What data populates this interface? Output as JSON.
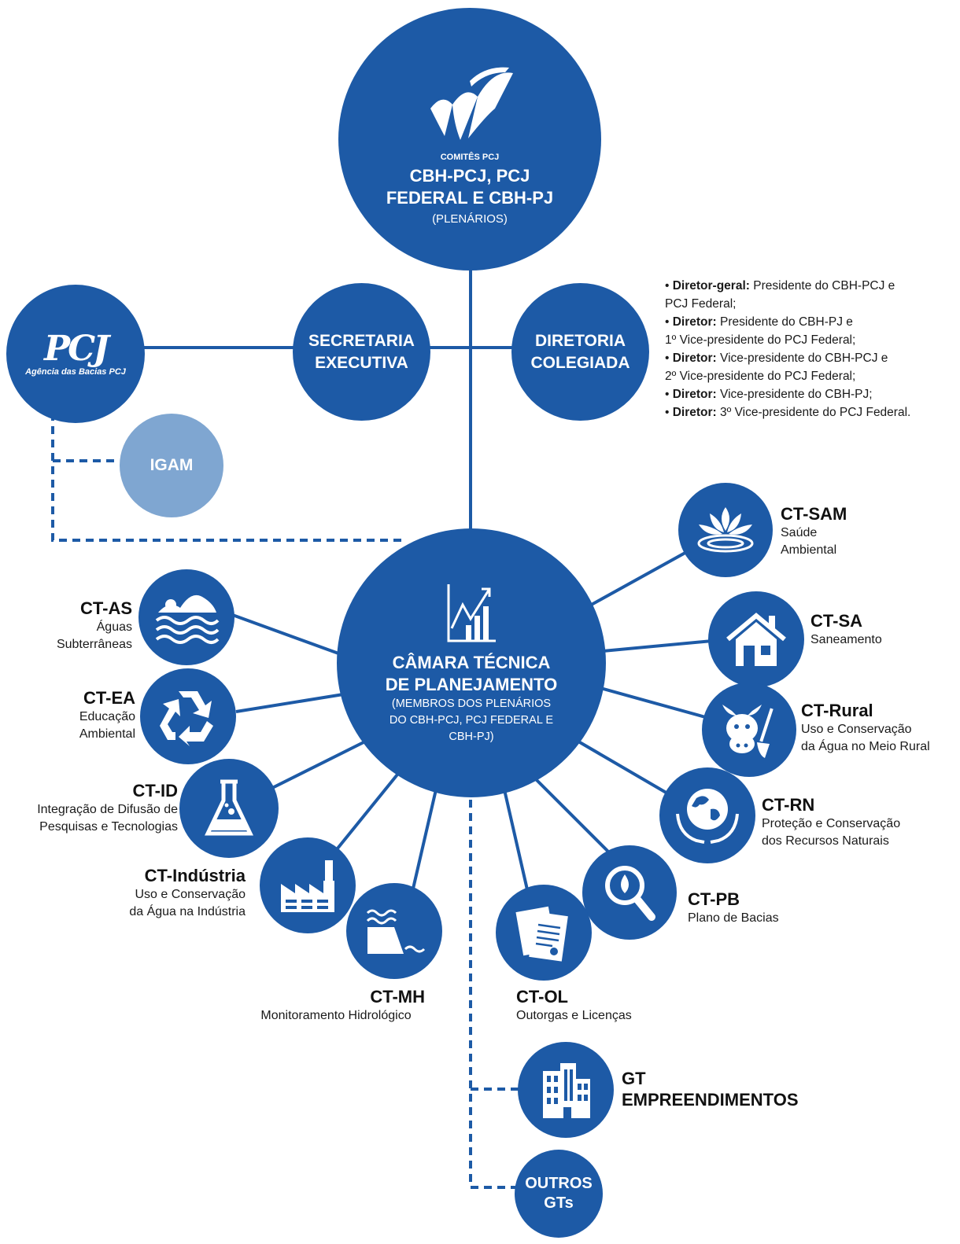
{
  "top": {
    "subtitle": "COMITÊS PCJ",
    "title_line1": "CBH-PCJ, PCJ",
    "title_line2": "FEDERAL E CBH-PJ",
    "note": "(PLENÁRIOS)"
  },
  "secretaria": {
    "line1": "SECRETARIA",
    "line2": "EXECUTIVA"
  },
  "diretoria": {
    "line1": "DIRETORIA",
    "line2": "COLEGIADA"
  },
  "agencia": {
    "logo": "PCJ",
    "caption": "Agência das Bacias PCJ"
  },
  "igam": {
    "label": "IGAM"
  },
  "diretoria_members": [
    {
      "role": "Diretor-geral:",
      "line1": " Presidente do CBH-PCJ e",
      "line2": "PCJ Federal;"
    },
    {
      "role": "Diretor:",
      "line1": " Presidente do CBH-PJ e",
      "line2": "1º Vice-presidente do PCJ Federal;"
    },
    {
      "role": "Diretor:",
      "line1": " Vice-presidente do CBH-PCJ e",
      "line2": "2º Vice-presidente do PCJ Federal;"
    },
    {
      "role": "Diretor:",
      "line1": " Vice-presidente do CBH-PJ;",
      "line2": ""
    },
    {
      "role": "Diretor:",
      "line1": " 3º Vice-presidente do PCJ Federal.",
      "line2": ""
    }
  ],
  "center": {
    "title_line1": "CÂMARA TÉCNICA",
    "title_line2": "DE PLANEJAMENTO",
    "sub_line1": "(MEMBROS DOS PLENÁRIOS",
    "sub_line2": "DO CBH-PCJ, PCJ FEDERAL E",
    "sub_line3": "CBH-PJ)"
  },
  "chambers": {
    "sam": {
      "code": "CT-SAM",
      "line1": "Saúde",
      "line2": "Ambiental",
      "icon": "lotus-icon"
    },
    "sa": {
      "code": "CT-SA",
      "line1": "Saneamento",
      "line2": "",
      "icon": "house-icon"
    },
    "rural": {
      "code": "CT-Rural",
      "line1": "Uso e  Conservação",
      "line2": "da Água no Meio Rural",
      "icon": "cow-shovel-icon"
    },
    "rn": {
      "code": "CT-RN",
      "line1": "Proteção e Conservação",
      "line2": "dos Recursos Naturais",
      "icon": "globe-hands-icon"
    },
    "pb": {
      "code": "CT-PB",
      "line1": "Plano de Bacias",
      "line2": "",
      "icon": "magnifier-drop-icon"
    },
    "ol": {
      "code": "CT-OL",
      "line1": "Outorgas e Licenças",
      "line2": "",
      "icon": "documents-icon"
    },
    "mh": {
      "code": "CT-MH",
      "line1": "Monitoramento Hidrológico",
      "line2": "",
      "icon": "dam-icon"
    },
    "ind": {
      "code": "CT-Indústria",
      "line1": "Uso e Conservação",
      "line2": "da Água na Indústria",
      "icon": "factory-icon"
    },
    "id": {
      "code": "CT-ID",
      "line1": "Integração de Difusão de",
      "line2": "Pesquisas e Tecnologias",
      "icon": "flask-icon"
    },
    "ea": {
      "code": "CT-EA",
      "line1": "Educação",
      "line2": "Ambiental",
      "icon": "recycle-icon"
    },
    "as": {
      "code": "CT-AS",
      "line1": "Águas",
      "line2": "Subterrâneas",
      "icon": "sun-waves-icon"
    }
  },
  "gt_emp": {
    "line1": "GT",
    "line2": "EMPREENDIMENTOS",
    "icon": "buildings-icon"
  },
  "outros": {
    "line1": "OUTROS",
    "line2": "GTs"
  },
  "colors": {
    "primary": "#1d5aa6",
    "light": "#7fa6d1"
  }
}
